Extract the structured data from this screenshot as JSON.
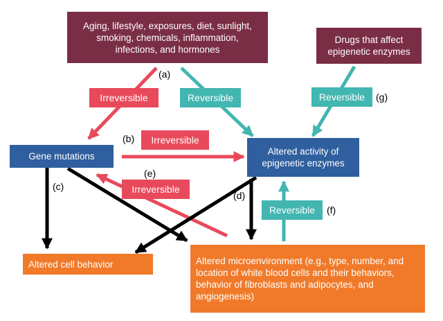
{
  "boxes": {
    "causes": "Aging, lifestyle, exposures, diet, sunlight, smoking, chemicals, inflammation, infections, and hormones",
    "drugs": "Drugs that affect epigenetic enzymes",
    "gene_mutations": "Gene mutations",
    "altered_activity": "Altered activity of epigenetic enzymes",
    "altered_cell_behavior": "Altered cell behavior",
    "altered_microenvironment": "Altered microenvironment (e.g., type, number, and location of white blood cells and their behaviors, behavior of fibroblasts and adipocytes, and angiogenesis)"
  },
  "tags": {
    "irreversible_a": "Irreversible",
    "reversible_a": "Reversible",
    "reversible_g": "Reversible",
    "irreversible_b": "Irreversible",
    "irreversible_e": "Irreversible",
    "reversible_f": "Reversible"
  },
  "letters": {
    "a": "(a)",
    "b": "(b)",
    "c": "(c)",
    "d": "(d)",
    "e": "(e)",
    "f": "(f)",
    "g": "(g)"
  },
  "colors": {
    "maroon": "#7a2e45",
    "blue": "#2f5f9e",
    "orange": "#f07a2a",
    "red": "#e84a5b",
    "teal": "#42b6b0",
    "black": "#000000"
  }
}
